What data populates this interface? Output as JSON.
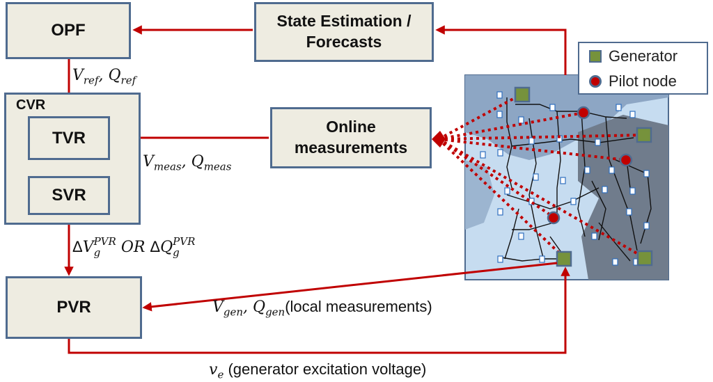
{
  "blocks": {
    "opf": "OPF",
    "state_estimation_line1": "State Estimation /",
    "state_estimation_line2": "Forecasts",
    "cvr": "CVR",
    "tvr": "TVR",
    "svr": "SVR",
    "online_line1": "Online",
    "online_line2": "measurements",
    "pvr": "PVR"
  },
  "signals": {
    "ref": {
      "v": "V",
      "v_sub": "ref",
      "sep": ", ",
      "q": "Q",
      "q_sub": "ref"
    },
    "meas": {
      "v": "V",
      "v_sub": "meas",
      "sep": ", ",
      "q": "Q",
      "q_sub": "meas"
    },
    "delta": {
      "prefix": "Δ",
      "v": "V",
      "v_sub": "g",
      "v_sup": "PVR",
      "or": " OR ",
      "q_prefix": "Δ",
      "q": "Q",
      "q_sub": "g",
      "q_sup": "PVR"
    },
    "gen": {
      "v": "V",
      "v_sub": "gen",
      "sep": ", ",
      "q": "Q",
      "q_sub": "gen",
      "note": "(local measurements)"
    },
    "excitation": {
      "v": "v",
      "v_sub": "e",
      "note": " (generator excitation voltage)"
    }
  },
  "legend": {
    "generator": "Generator",
    "pilot_node": "Pilot node"
  },
  "colors": {
    "arrow": "#c00000",
    "block_fill": "#eeece1",
    "block_border": "#4f6b8f",
    "generator": "#76923c",
    "pilot_node": "#c00000",
    "network_bg": "#c6dcf0",
    "region_mid": "#8da6c4",
    "region_dark": "#707c8c"
  }
}
